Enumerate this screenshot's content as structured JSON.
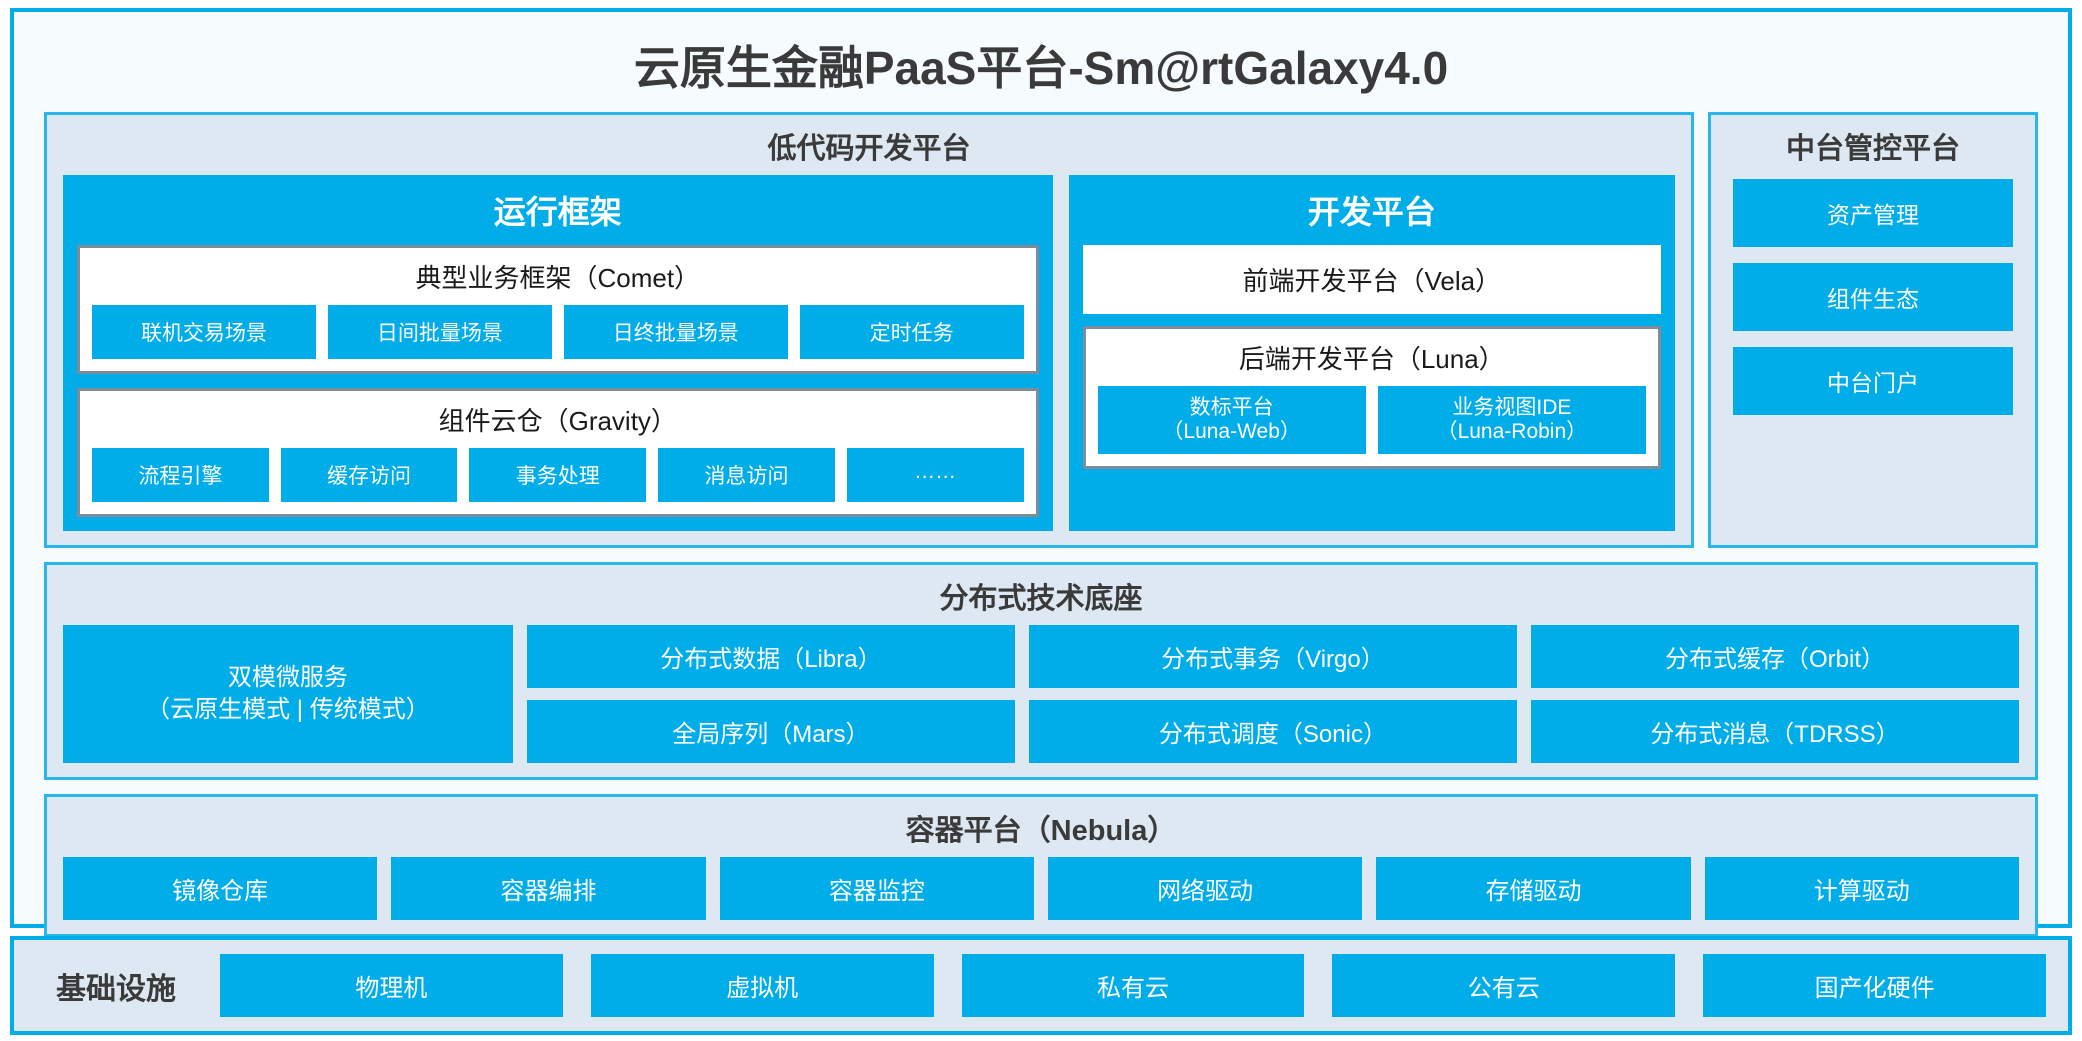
{
  "app": {
    "title": "云原生金融PaaS平台-Sm@rtGalaxy4.0",
    "colors": {
      "accent_blue": "#00ADE8",
      "panel_background": "#DEE8F3",
      "card_background": "#F6FCFE",
      "inner_box_border": "#7F8B96",
      "title_text": "#3A3A3A"
    }
  },
  "lowcode": {
    "title": "低代码开发平台",
    "runtime": {
      "title": "运行框架",
      "comet": {
        "title": "典型业务框架（Comet）",
        "items": [
          "联机交易场景",
          "日间批量场景",
          "日终批量场景",
          "定时任务"
        ]
      },
      "gravity": {
        "title": "组件云仓（Gravity）",
        "items": [
          "流程引擎",
          "缓存访问",
          "事务处理",
          "消息访问",
          "……"
        ]
      }
    },
    "devplatform": {
      "title": "开发平台",
      "frontend": "前端开发平台（Vela）",
      "backend": {
        "title": "后端开发平台（Luna）",
        "items": [
          {
            "name": "数标平台",
            "code": "（Luna-Web）"
          },
          {
            "name": "业务视图IDE",
            "code": "（Luna-Robin）"
          }
        ]
      }
    }
  },
  "midcontrol": {
    "title": "中台管控平台",
    "items": [
      "资产管理",
      "组件生态",
      "中台门户"
    ]
  },
  "distributed": {
    "title": "分布式技术底座",
    "microservice": {
      "line1": "双模微服务",
      "line2": "（云原生模式 | 传统模式）"
    },
    "columns": [
      {
        "top": "分布式数据（Libra）",
        "bottom": "全局序列（Mars）"
      },
      {
        "top": "分布式事务（Virgo）",
        "bottom": "分布式调度（Sonic）"
      },
      {
        "top": "分布式缓存（Orbit）",
        "bottom": "分布式消息（TDRSS）"
      }
    ]
  },
  "container": {
    "title": "容器平台（Nebula）",
    "items": [
      "镜像仓库",
      "容器编排",
      "容器监控",
      "网络驱动",
      "存储驱动",
      "计算驱动"
    ]
  },
  "infrastructure": {
    "label": "基础设施",
    "items": [
      "物理机",
      "虚拟机",
      "私有云",
      "公有云",
      "国产化硬件"
    ]
  }
}
